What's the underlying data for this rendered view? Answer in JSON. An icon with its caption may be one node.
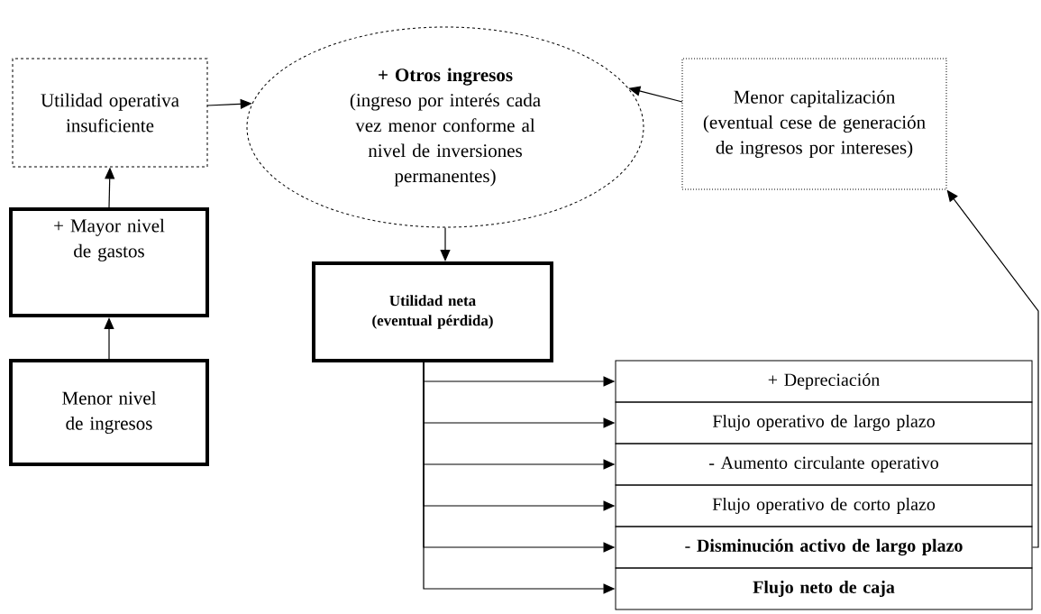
{
  "diagram": {
    "nodes": [
      {
        "text": [
          "Utilidad operativa insuficiente"
        ]
      },
      {
        "text": [
          "+ Otros ingresos",
          "(ingreso por interés cada vez menor conforme al nivel de inversiones permanentes)"
        ]
      },
      {
        "text": [
          "Menor capitalización",
          "(eventual cese de generación de ingresos por intereses)"
        ]
      },
      {
        "text": [
          "+ Mayor nivel de gastos"
        ]
      },
      {
        "text": [
          "Menor nivel de ingresos"
        ]
      },
      {
        "text": [
          "Utilidad neta (eventual pérdida)"
        ]
      },
      {
        "text": [
          "+ Depreciación"
        ]
      },
      {
        "text": [
          "Flujo operativo de largo plazo"
        ]
      },
      {
        "text": [
          "- Aumento circulante operativo"
        ]
      },
      {
        "text": [
          "Flujo operativo de corto plazo"
        ]
      },
      {
        "text": [
          "- **Disminución activo de largo plazo**"
        ]
      },
      {
        "text": [
          "Flujo neto de caja"
        ]
      }
    ],
    "edges": [
      {
        "from": 0,
        "to": 1,
        "arrow": "to"
      },
      {
        "from": 2,
        "to": 1,
        "arrow": "to"
      },
      {
        "from": 3,
        "to": 0,
        "arrow": "to"
      },
      {
        "from": 4,
        "to": 3,
        "arrow": "to"
      },
      {
        "from": 1,
        "to": 5,
        "arrow": "to"
      },
      {
        "from": 5,
        "to": 6,
        "arrow": "to"
      },
      {
        "from": 5,
        "to": 7,
        "arrow": "to"
      },
      {
        "from": 5,
        "to": 8,
        "arrow": "to"
      },
      {
        "from": 5,
        "to": 9,
        "arrow": "to"
      },
      {
        "from": 5,
        "to": 10,
        "arrow": "to"
      },
      {
        "from": 5,
        "to": 11,
        "arrow": "to"
      },
      {
        "from": 10,
        "to": 2,
        "arrow": "to"
      }
    ]
  }
}
